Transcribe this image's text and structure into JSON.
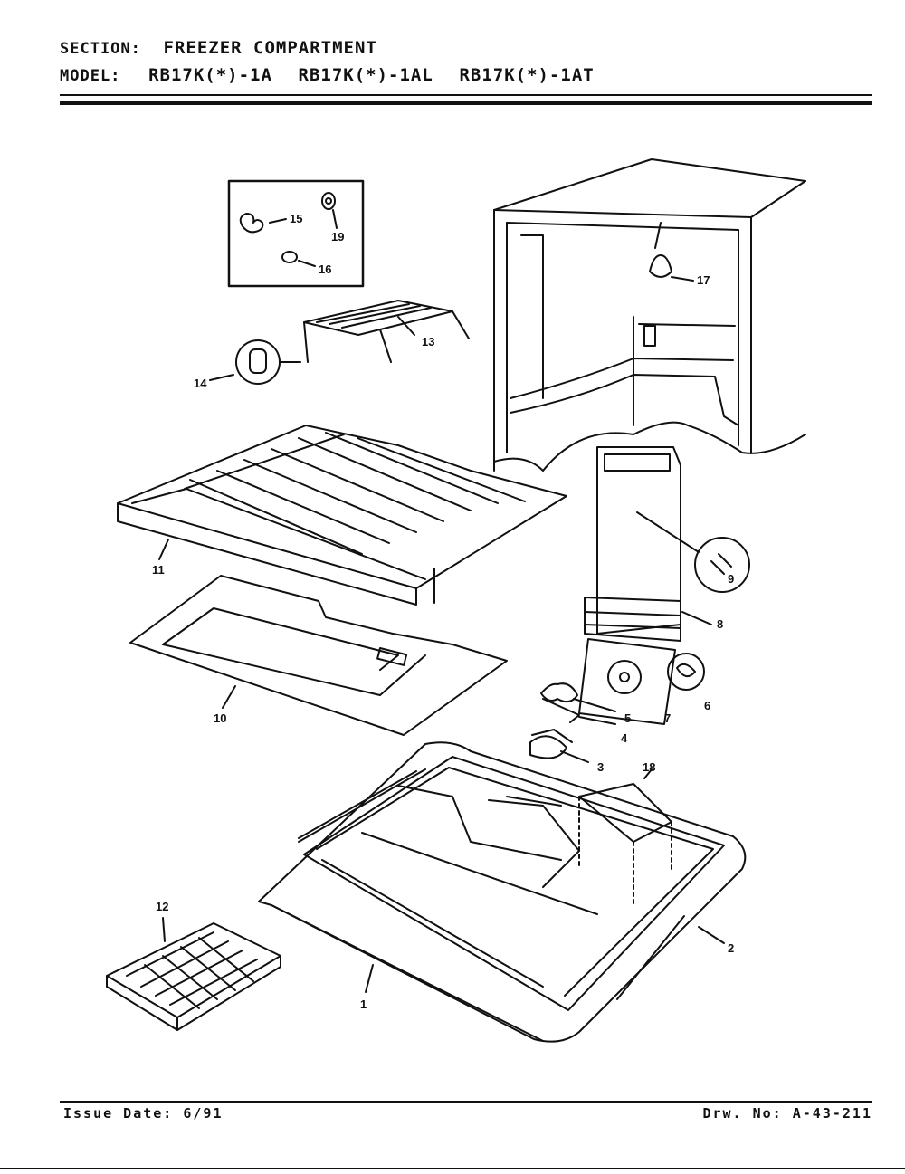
{
  "header": {
    "section_label": "SECTION:",
    "section_value": "FREEZER COMPARTMENT",
    "model_label": "MODEL:",
    "models": [
      "RB17K(*)-1A",
      "RB17K(*)-1AL",
      "RB17K(*)-1AT"
    ]
  },
  "callouts": [
    "1",
    "2",
    "3",
    "4",
    "5",
    "6",
    "7",
    "8",
    "9",
    "10",
    "11",
    "12",
    "13",
    "14",
    "15",
    "16",
    "17",
    "18",
    "19"
  ],
  "footer": {
    "issue_date": "Issue Date: 6/91",
    "drawing_no": "Drw. No: A-43-211"
  }
}
